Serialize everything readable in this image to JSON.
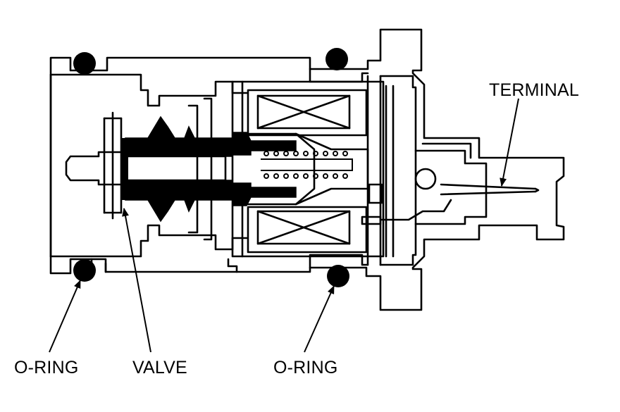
{
  "labels": {
    "terminal": "TERMINAL",
    "oring_left": "O-RING",
    "valve": "VALVE",
    "oring_right": "O-RING"
  },
  "colors": {
    "ink": "#000000",
    "paper": "#ffffff"
  }
}
